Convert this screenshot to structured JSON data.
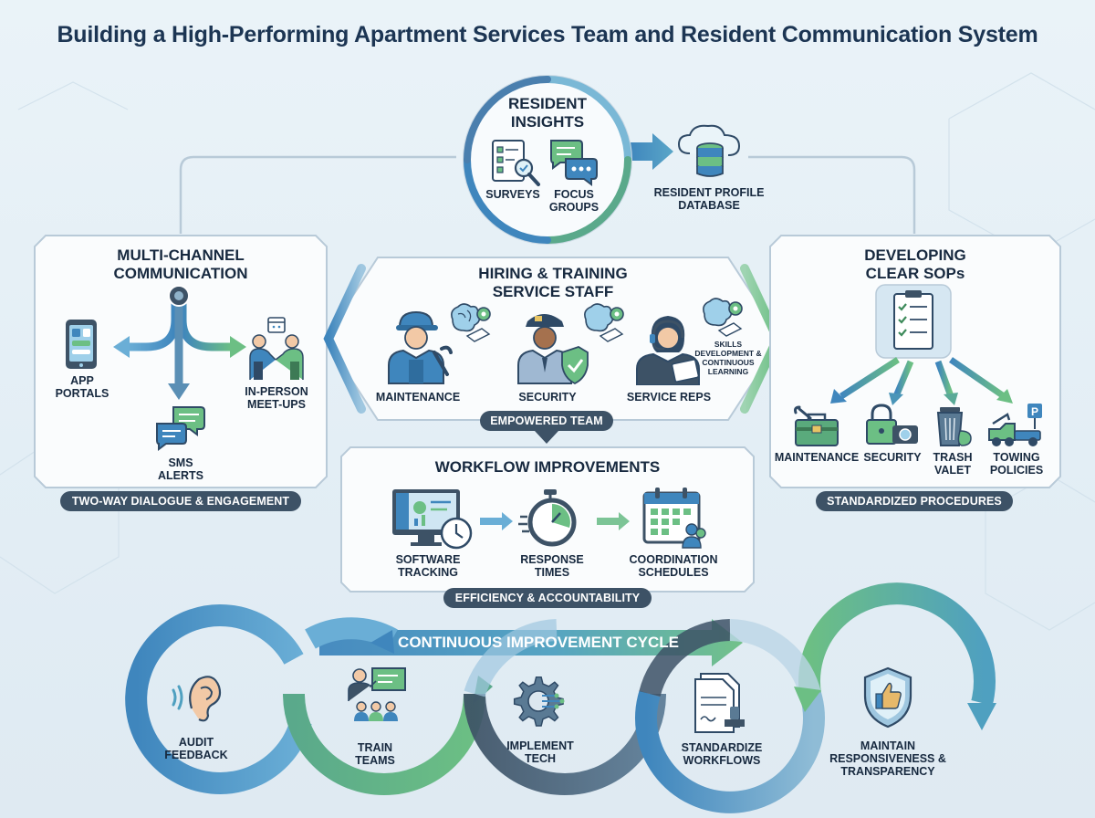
{
  "title": "Building a High-Performing Apartment Services Team and Resident Communication System",
  "colors": {
    "blue": "#3f86bd",
    "green": "#6cbf84",
    "navy": "#3d5266",
    "frame": "#b8cad8"
  },
  "resident_insights": {
    "title": "RESIDENT INSIGHTS",
    "items": [
      "SURVEYS",
      "FOCUS GROUPS"
    ],
    "database_label": "RESIDENT PROFILE DATABASE"
  },
  "multi_channel": {
    "title": "MULTI-CHANNEL COMMUNICATION",
    "items": [
      "APP PORTALS",
      "SMS ALERTS",
      "IN-PERSON MEET-UPS"
    ],
    "footer": "TWO-WAY DIALOGUE & ENGAGEMENT"
  },
  "hiring": {
    "title": "HIRING & TRAINING SERVICE STAFF",
    "roles": [
      "MAINTENANCE",
      "SECURITY",
      "SERVICE REPS"
    ],
    "skills_note": "SKILLS DEVELOPMENT & CONTINUOUS LEARNING",
    "footer": "EMPOWERED TEAM"
  },
  "sops": {
    "title": "DEVELOPING CLEAR SOPs",
    "items": [
      "MAINTENANCE",
      "SECURITY",
      "TRASH VALET",
      "TOWING POLICIES"
    ],
    "footer": "STANDARDIZED PROCEDURES"
  },
  "workflow": {
    "title": "WORKFLOW IMPROVEMENTS",
    "items": [
      "SOFTWARE TRACKING",
      "RESPONSE TIMES",
      "COORDINATION SCHEDULES"
    ],
    "footer": "EFFICIENCY & ACCOUNTABILITY"
  },
  "cycle": {
    "title": "CONTINUOUS IMPROVEMENT CYCLE",
    "steps": [
      "AUDIT FEEDBACK",
      "TRAIN TEAMS",
      "IMPLEMENT TECH",
      "STANDARDIZE WORKFLOWS",
      "MAINTAIN RESPONSIVENESS & TRANSPARENCY"
    ]
  }
}
